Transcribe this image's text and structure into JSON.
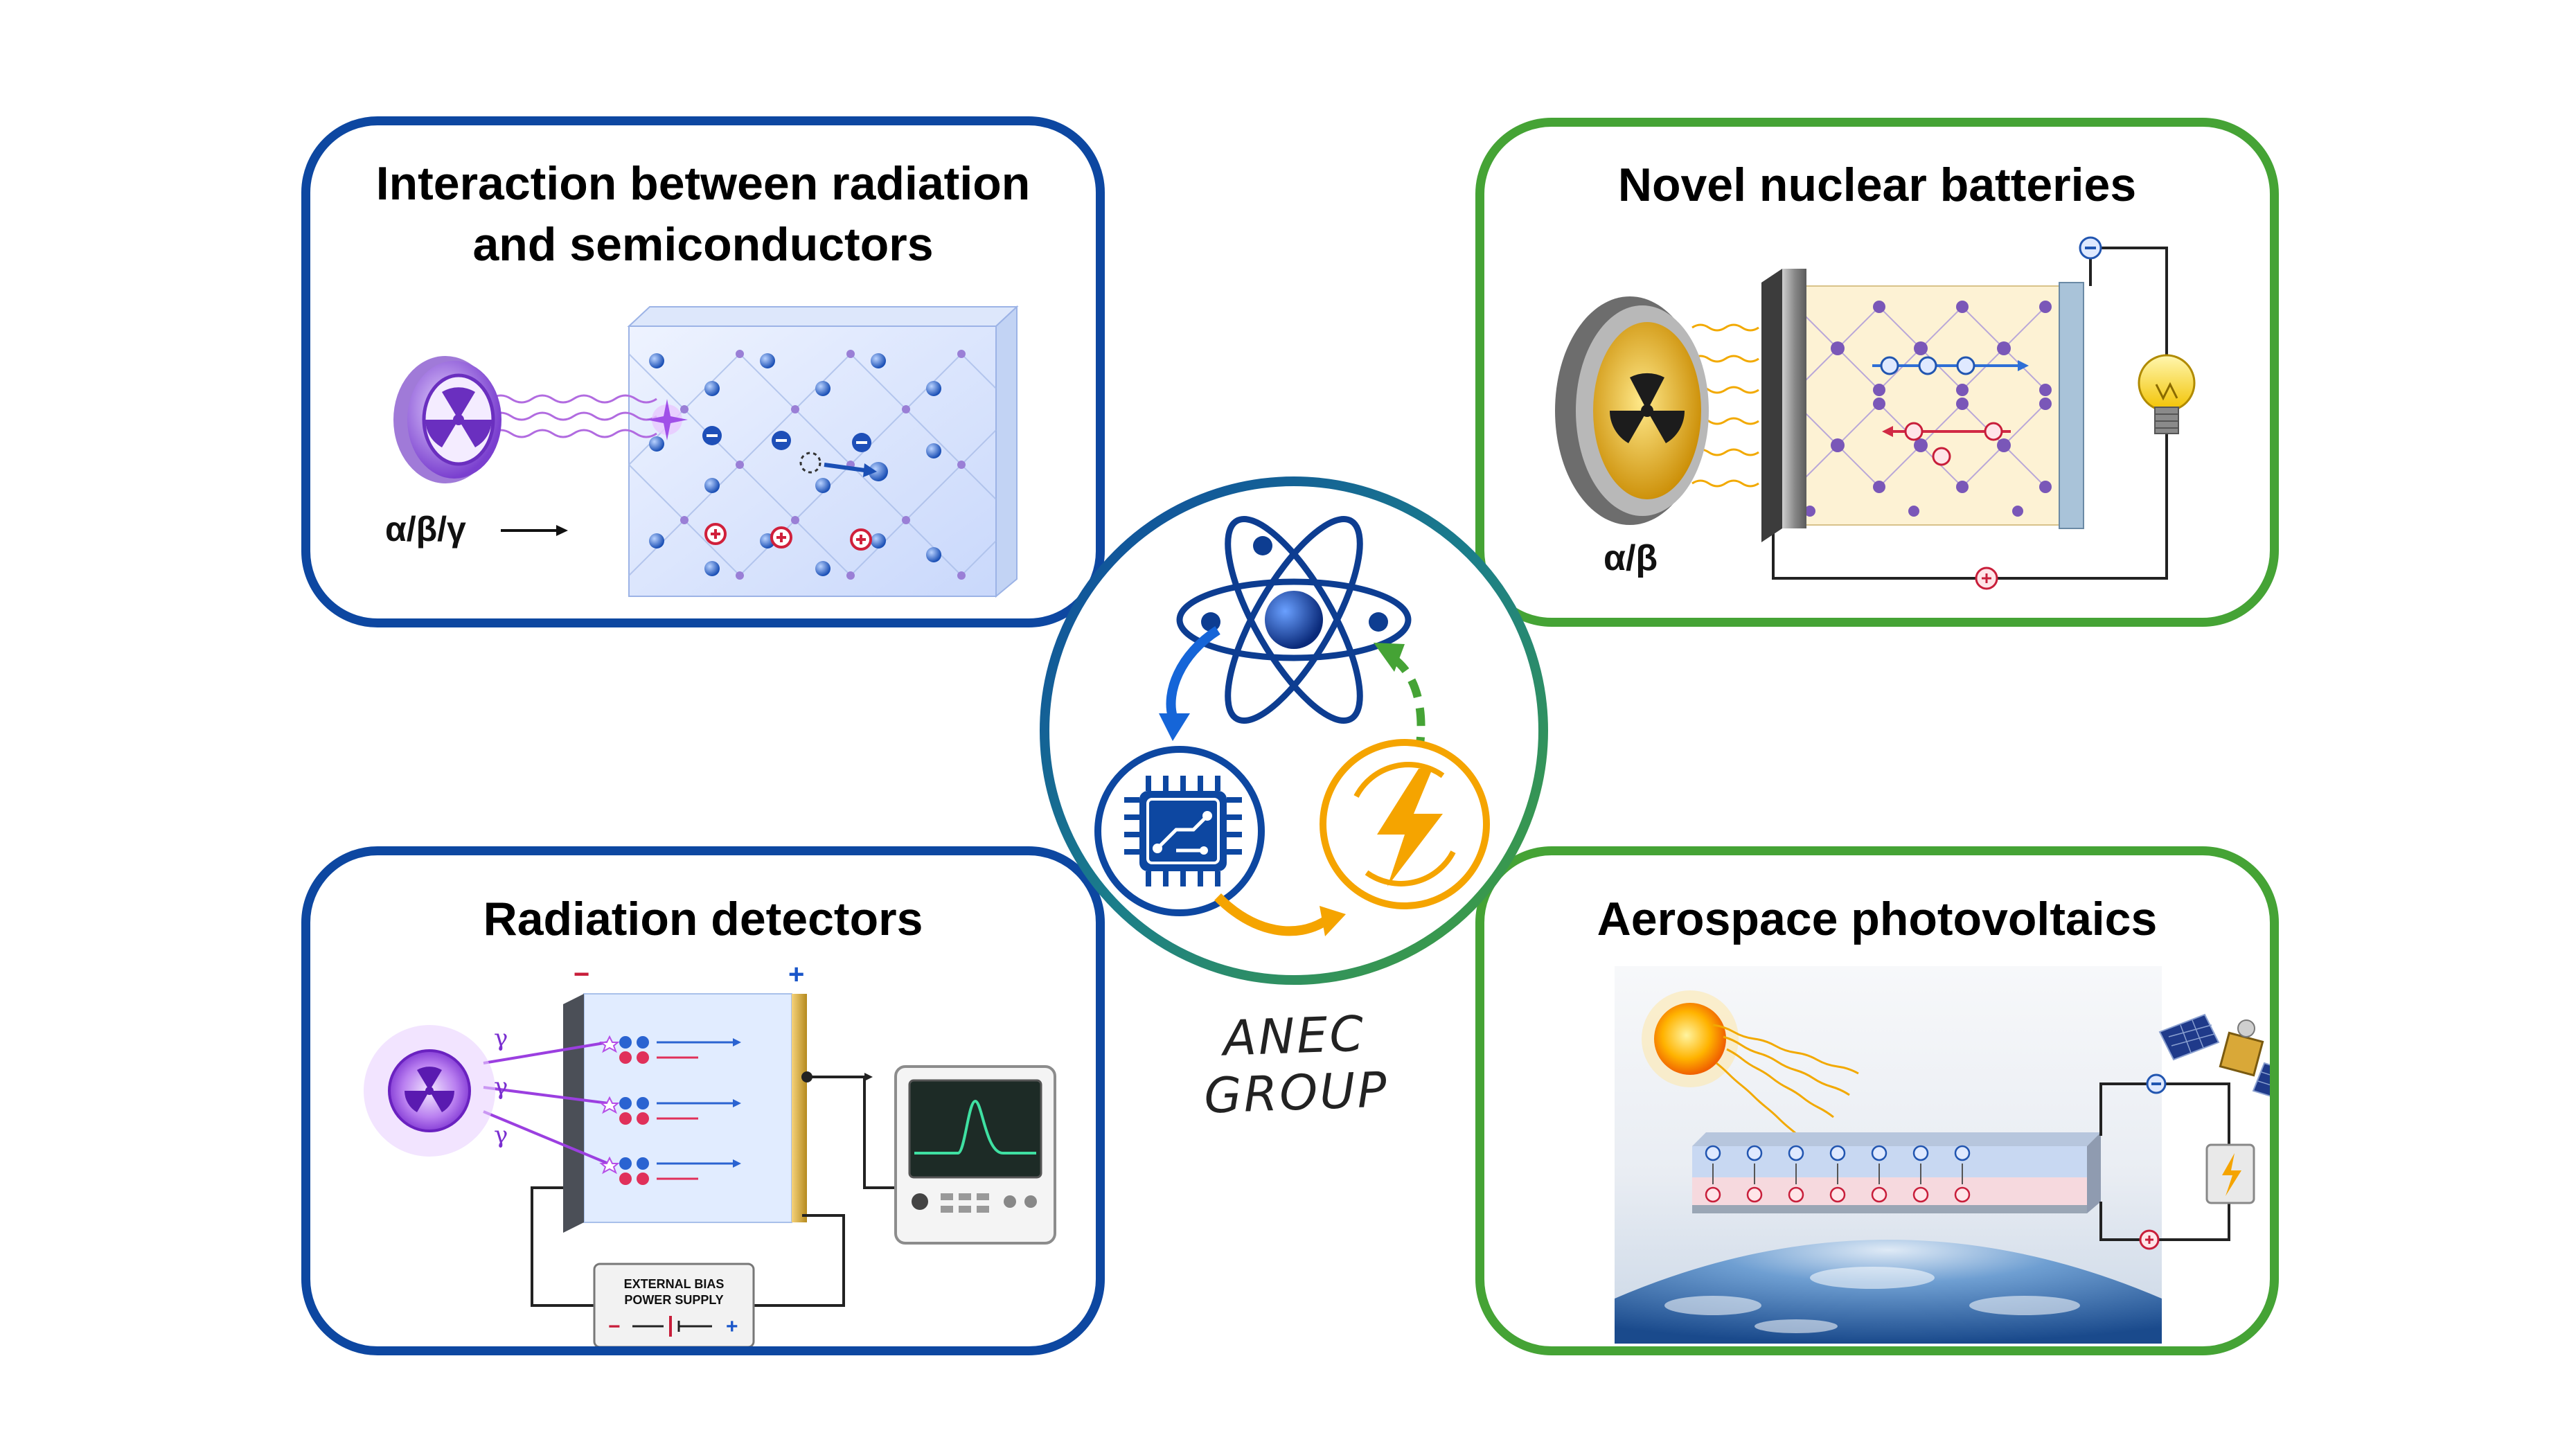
{
  "panels": {
    "top_left": {
      "title_line1": "Interaction between radiation",
      "title_line2": "and semiconductors",
      "source_label": "α/β/γ"
    },
    "top_right": {
      "title": "Novel nuclear batteries",
      "source_label": "α/β"
    },
    "bottom_left": {
      "title": "Radiation detectors",
      "gamma_label": "γ",
      "minus_sign": "−",
      "plus_sign": "+",
      "supply_line1": "EXTERNAL BIAS",
      "supply_line2": "POWER SUPPLY"
    },
    "bottom_right": {
      "title": "Aerospace photovoltaics"
    }
  },
  "center": {
    "group_name": "ANEC GROUP"
  },
  "colors": {
    "blue_border": "#0d47a1",
    "green_border": "#45a335",
    "accent_orange": "#f5a400",
    "radiation_purple": "#8a3fd6"
  }
}
